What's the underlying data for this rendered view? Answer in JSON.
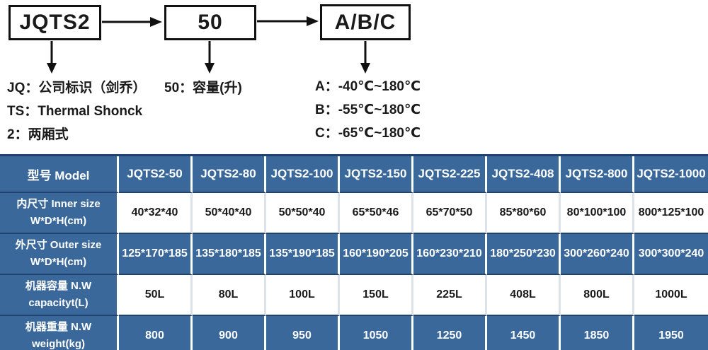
{
  "flowchart": {
    "boxes": [
      {
        "label": "JQTS2"
      },
      {
        "label": "50"
      },
      {
        "label": "A/B/C"
      }
    ],
    "legend_left": [
      "JQ：公司标识（剑乔）",
      "TS：Thermal Shonck",
      "2：两厢式"
    ],
    "legend_mid": [
      "50：容量(升)"
    ],
    "legend_right": [
      "A：-40℃~180℃",
      "B：-55℃~180℃",
      "C：-65℃~180℃"
    ]
  },
  "table": {
    "columns": [
      "型号 Model",
      "JQTS2-50",
      "JQTS2-80",
      "JQTS2-100",
      "JQTS2-150",
      "JQTS2-225",
      "JQTS2-408",
      "JQTS2-800",
      "JQTS2-1000"
    ],
    "rows": [
      {
        "label_line1": "内尺寸 Inner size",
        "label_line2": "W*D*H(cm)",
        "variant": "light",
        "values": [
          "40*32*40",
          "50*40*40",
          "50*50*40",
          "65*50*46",
          "65*70*50",
          "85*80*60",
          "80*100*100",
          "800*125*100"
        ]
      },
      {
        "label_line1": "外尺寸 Outer size",
        "label_line2": "W*D*H(cm)",
        "variant": "blue",
        "values": [
          "125*170*185",
          "135*180*185",
          "135*190*185",
          "160*190*205",
          "160*230*210",
          "180*250*230",
          "300*260*240",
          "300*300*240"
        ]
      },
      {
        "label_line1": "机器容量 N.W",
        "label_line2": "capacityt(L)",
        "variant": "light",
        "values": [
          "50L",
          "80L",
          "100L",
          "150L",
          "225L",
          "408L",
          "800L",
          "1000L"
        ]
      },
      {
        "label_line1": "机器重量 N.W",
        "label_line2": "weight(kg)",
        "variant": "blue",
        "values": [
          "800",
          "900",
          "950",
          "1050",
          "1250",
          "1450",
          "1850",
          "1950"
        ]
      }
    ]
  },
  "colors": {
    "table_blue": "#3a689b",
    "table_dark_border": "#21426e",
    "separator_light": "#dde1e8",
    "ink": "#1a1a1a",
    "header_text": "#ffffff"
  }
}
